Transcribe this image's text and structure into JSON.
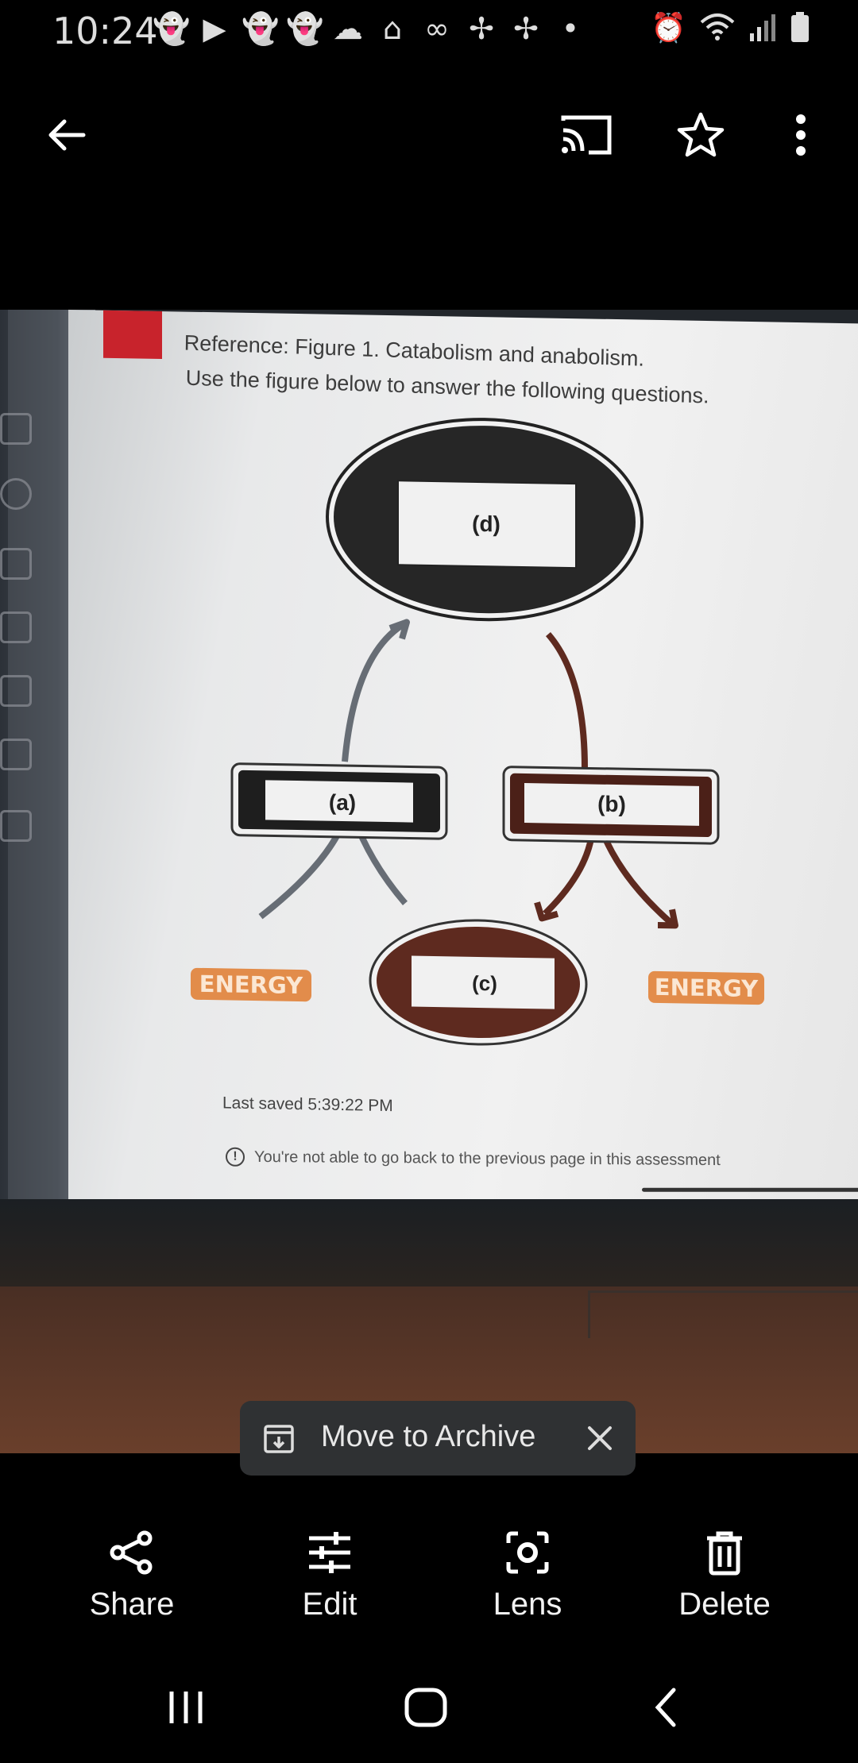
{
  "status_bar": {
    "time": "10:24",
    "icons": [
      "snapchat-icon",
      "youtube-icon",
      "snapchat-icon",
      "snapchat-icon",
      "cloud-icon",
      "home-icon",
      "voicemail-icon",
      "pinwheel-icon",
      "pinwheel-icon",
      "dot-icon"
    ],
    "right_icons": [
      "alarm-icon",
      "wifi-icon",
      "signal-icon",
      "battery-icon"
    ]
  },
  "top_bar": {
    "back_icon": "arrow-left-icon",
    "cast_icon": "cast-icon",
    "favorite_icon": "star-outline-icon",
    "more_icon": "more-vert-icon"
  },
  "photo": {
    "reference_line": "Reference: Figure 1. Catabolism and anabolism.",
    "instruction_line": "Use the figure below to answer the following questions.",
    "figure": {
      "label_d": "(d)",
      "label_a": "(a)",
      "label_b": "(b)",
      "label_c": "(c)",
      "energy_left": "ENERGY",
      "energy_right": "ENERGY"
    },
    "last_saved": "Last saved 5:39:22 PM",
    "warning": "You're not able to go back to the previous page in this assessment"
  },
  "snackbar": {
    "icon": "archive-icon",
    "label": "Move to Archive",
    "close_icon": "close-icon"
  },
  "actions": [
    {
      "label": "Share",
      "icon": "share-icon"
    },
    {
      "label": "Edit",
      "icon": "sliders-icon"
    },
    {
      "label": "Lens",
      "icon": "lens-icon"
    },
    {
      "label": "Delete",
      "icon": "trash-icon"
    }
  ],
  "nav": {
    "recents_icon": "recents-icon",
    "home_icon": "home-button-icon",
    "back_icon": "nav-back-icon"
  },
  "colors": {
    "background": "#000000",
    "snackbar": "#2f3133",
    "energy_orange": "#e07b2e",
    "brown": "#5e2a1f",
    "screen_red": "#c8232c"
  }
}
